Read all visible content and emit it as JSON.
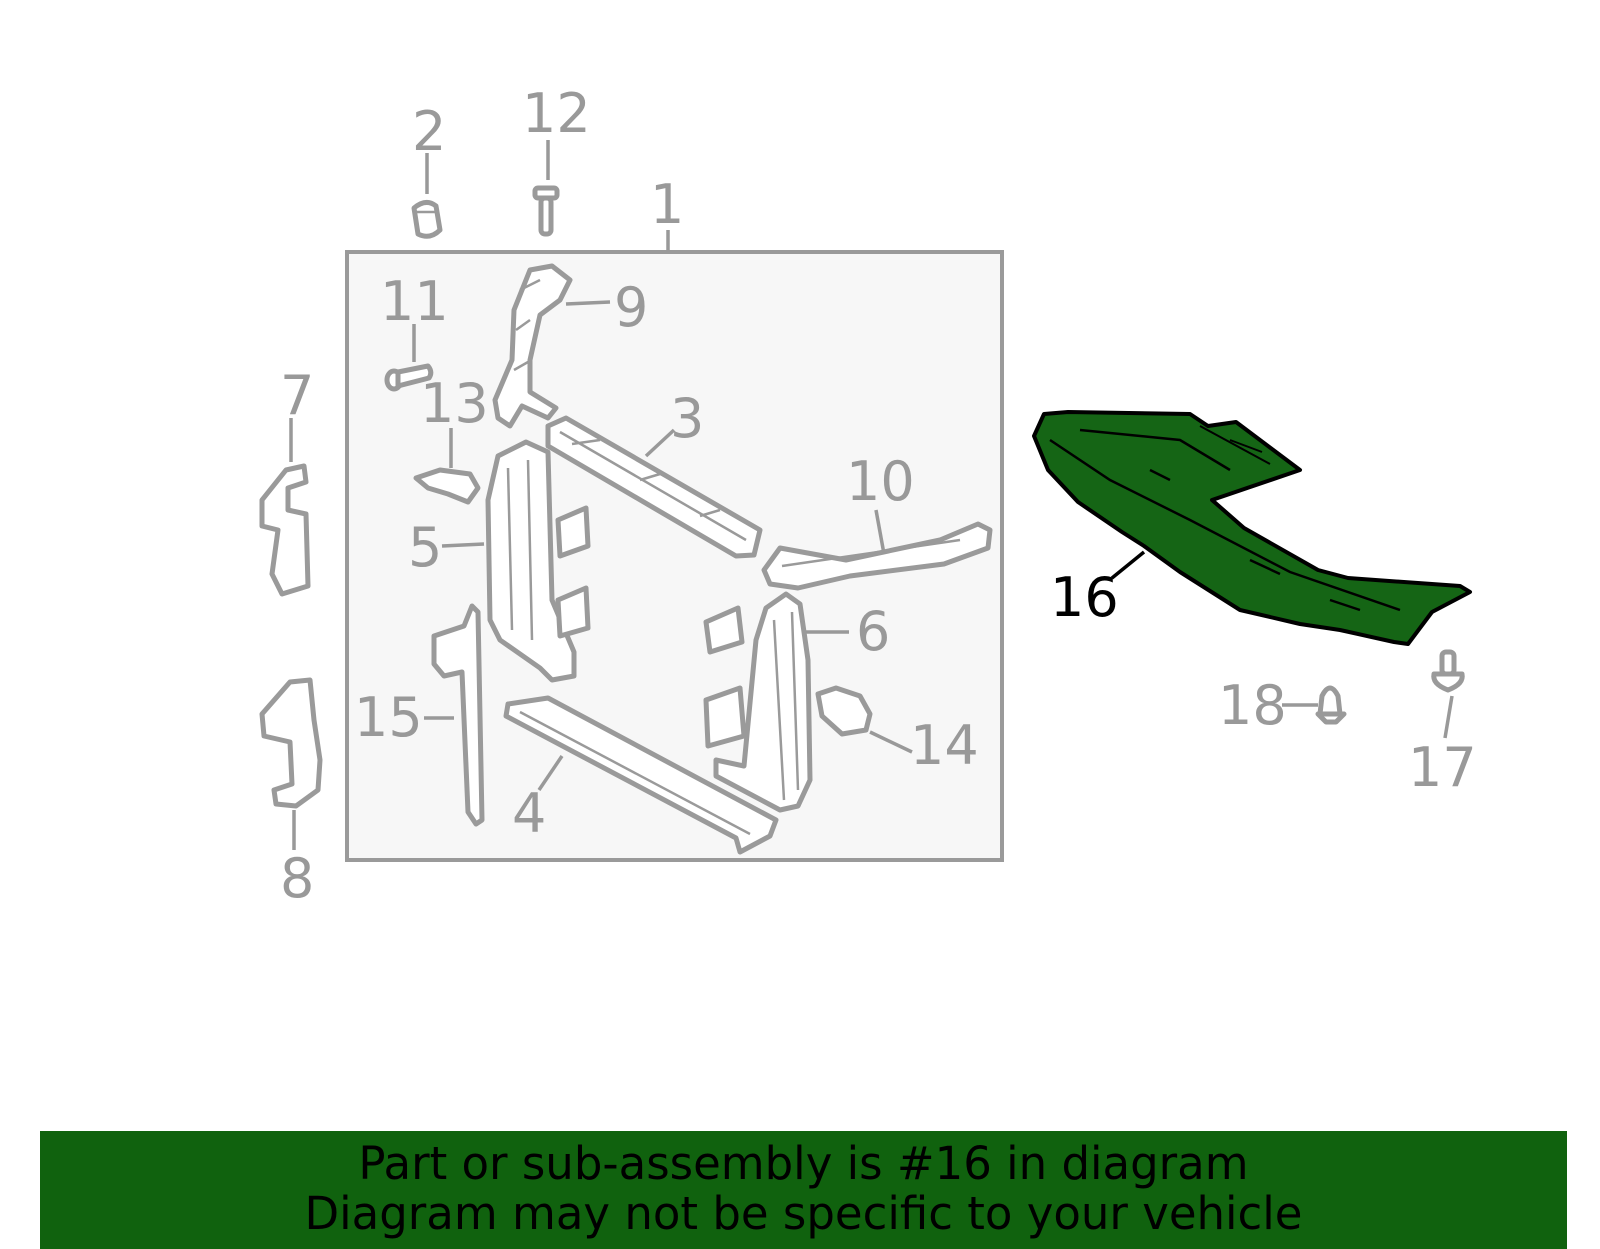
{
  "callouts": [
    {
      "id": "1",
      "highlight": false
    },
    {
      "id": "2",
      "highlight": false
    },
    {
      "id": "3",
      "highlight": false
    },
    {
      "id": "4",
      "highlight": false
    },
    {
      "id": "5",
      "highlight": false
    },
    {
      "id": "6",
      "highlight": false
    },
    {
      "id": "7",
      "highlight": false
    },
    {
      "id": "8",
      "highlight": false
    },
    {
      "id": "9",
      "highlight": false
    },
    {
      "id": "10",
      "highlight": false
    },
    {
      "id": "11",
      "highlight": false
    },
    {
      "id": "12",
      "highlight": false
    },
    {
      "id": "13",
      "highlight": false
    },
    {
      "id": "14",
      "highlight": false
    },
    {
      "id": "15",
      "highlight": false
    },
    {
      "id": "16",
      "highlight": true
    },
    {
      "id": "17",
      "highlight": false
    },
    {
      "id": "18",
      "highlight": false
    }
  ],
  "banner": {
    "line1": "Part or sub-assembly is #16 in diagram",
    "line2": "Diagram may not be specific to your vehicle"
  },
  "colors": {
    "highlight_part": "#156515",
    "banner_bg": "#10620e",
    "callout_gray": "#999999",
    "callout_highlight": "#000000",
    "assembly_box_bg": "#f7f7f7"
  }
}
